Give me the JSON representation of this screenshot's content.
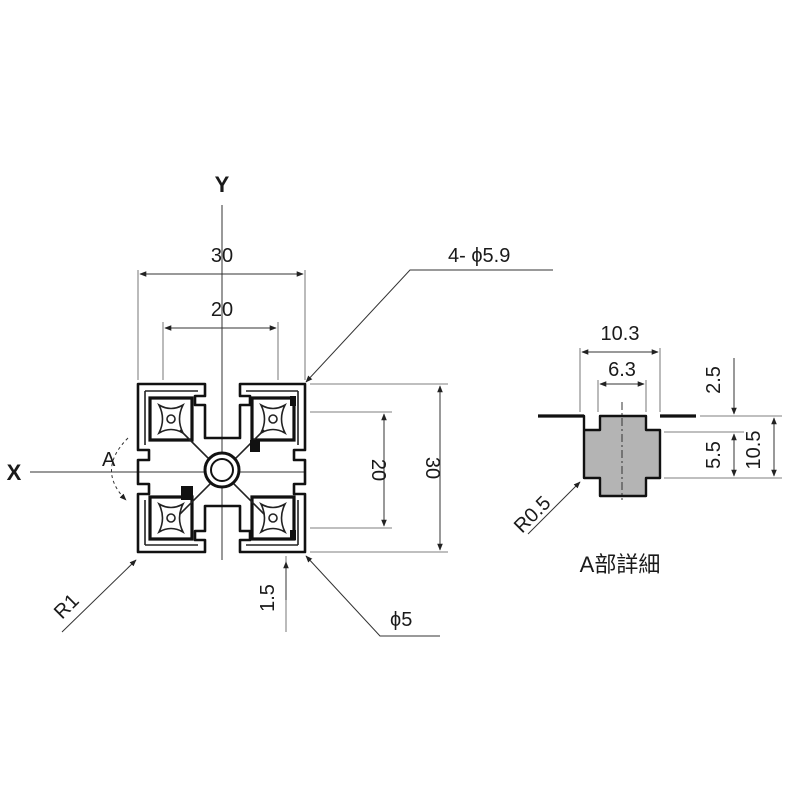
{
  "labels": {
    "y_axis": "Y",
    "x_axis": "X",
    "section_a": "A",
    "width_outer": "30",
    "width_inner": "20",
    "height_inner": "20",
    "height_outer": "30",
    "holes_note": "4- ϕ5.9",
    "radius_r1": "R1",
    "wall_1_5": "1.5",
    "center_bore": "ϕ5",
    "detail_title": "A部詳細",
    "slot_10_3": "10.3",
    "slot_6_3": "6.3",
    "depth_2_5": "2.5",
    "depth_5_5": "5.5",
    "depth_10_5": "10.5",
    "radius_r0_5": "R0.5"
  }
}
